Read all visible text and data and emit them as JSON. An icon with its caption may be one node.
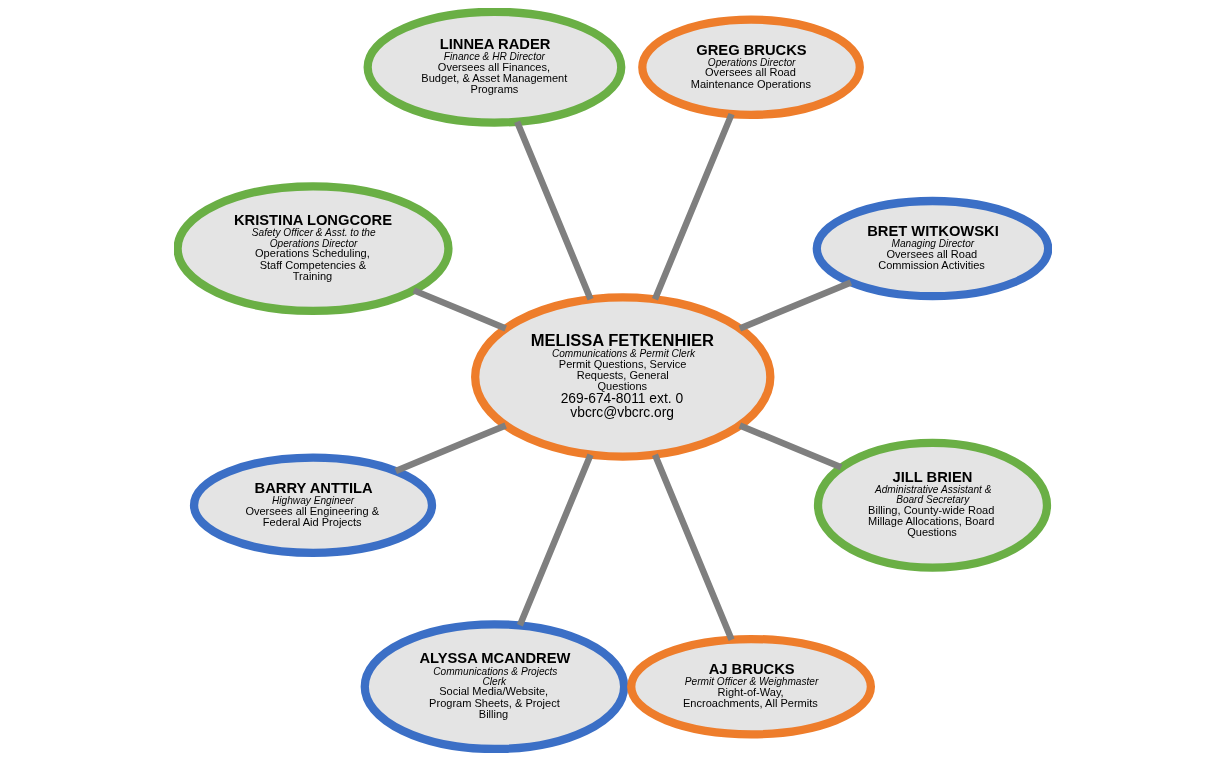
{
  "diagram": {
    "nodes": [
      {
        "text": [
          "BRET WITKOWSKI",
          "Managing Director",
          "Oversees all Road Commission Activities"
        ]
      },
      {
        "text": [
          "GREG BRUCKS",
          "Operations Director",
          "Oversees all Road Maintenance Operations"
        ]
      },
      {
        "text": [
          "LINNEA RADER",
          "Finance & HR Director",
          "Oversees all Finances, Budget, & Asset Management Programs"
        ]
      },
      {
        "text": [
          "KRISTINA LONGCORE",
          "Safety Officer & Asst. to the Operations Director",
          "Operations Scheduling, Staff Competencies & Training"
        ]
      },
      {
        "text": [
          "MELISSA FETKENHIER",
          "Communications & Permit Clerk",
          "Permit Questions, Service Requests, General Questions",
          "269-674-8011 ext. 0",
          "vbcrc@vbcrc.org"
        ]
      },
      {
        "text": [
          "BARRY ANTTILA",
          "Highway Engineer",
          "Oversees all Engineering & Federal Aid Projects"
        ]
      },
      {
        "text": [
          "ALYSSA MCANDREW",
          "Communications & Projects Clerk",
          "Social Media/Website, Program Sheets, & Project Billing"
        ]
      },
      {
        "text": [
          "AJ BRUCKS",
          "Permit Officer & Weighmaster",
          "Right-of-Way, Encroachments, All Permits"
        ]
      },
      {
        "text": [
          "JILL BRIEN",
          "Administrative Assistant & Board Secretary",
          "Billing, County-wide Road Millage Allocations, Board Questions"
        ]
      }
    ],
    "edges": [
      {
        "from": 4,
        "to": 0,
        "arrow": "none"
      },
      {
        "from": 4,
        "to": 2,
        "arrow": "none"
      },
      {
        "from": 4,
        "to": 5,
        "arrow": "none"
      },
      {
        "from": 4,
        "to": 7,
        "arrow": "none"
      },
      {
        "from": 4,
        "to": 8,
        "arrow": "none"
      },
      {
        "from": 4,
        "to": 6,
        "arrow": "none"
      },
      {
        "from": 4,
        "to": 3,
        "arrow": "none"
      },
      {
        "from": 4,
        "to": 1,
        "arrow": "none"
      }
    ]
  }
}
